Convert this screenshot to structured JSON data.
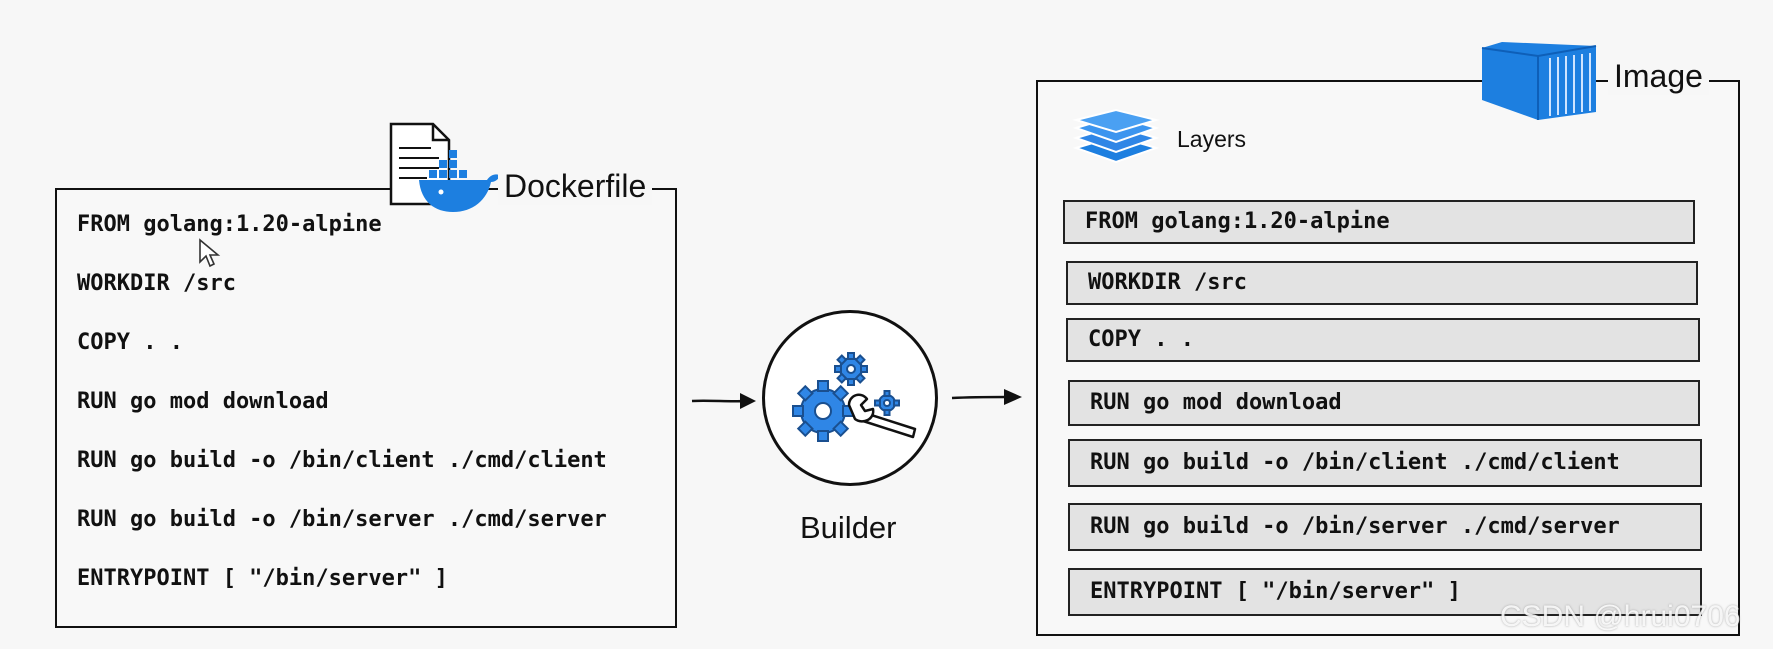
{
  "dockerfile": {
    "title": "Dockerfile",
    "lines": [
      "FROM golang:1.20-alpine",
      "WORKDIR /src",
      "COPY . .",
      "RUN go mod download",
      "RUN go build -o /bin/client ./cmd/client",
      "RUN go build -o /bin/server ./cmd/server",
      "ENTRYPOINT [ \"/bin/server\" ]"
    ]
  },
  "builder": {
    "label": "Builder"
  },
  "image": {
    "title": "Image",
    "layers_label": "Layers",
    "layers": [
      "FROM golang:1.20-alpine",
      "WORKDIR /src",
      "COPY . .",
      "RUN go mod download",
      "RUN go build -o /bin/client ./cmd/client",
      "RUN go build -o /bin/server ./cmd/server",
      "ENTRYPOINT [ \"/bin/server\" ]"
    ]
  },
  "watermark": "CSDN @hrui0706",
  "colors": {
    "docker_blue": "#1d7fe0",
    "gear_blue": "#2f86e6",
    "layer_fill": "#e3e3e3"
  },
  "icons": [
    "document-icon",
    "docker-whale-icon",
    "gears-wrench-icon",
    "layers-stack-icon",
    "container-icon",
    "cursor-icon"
  ]
}
